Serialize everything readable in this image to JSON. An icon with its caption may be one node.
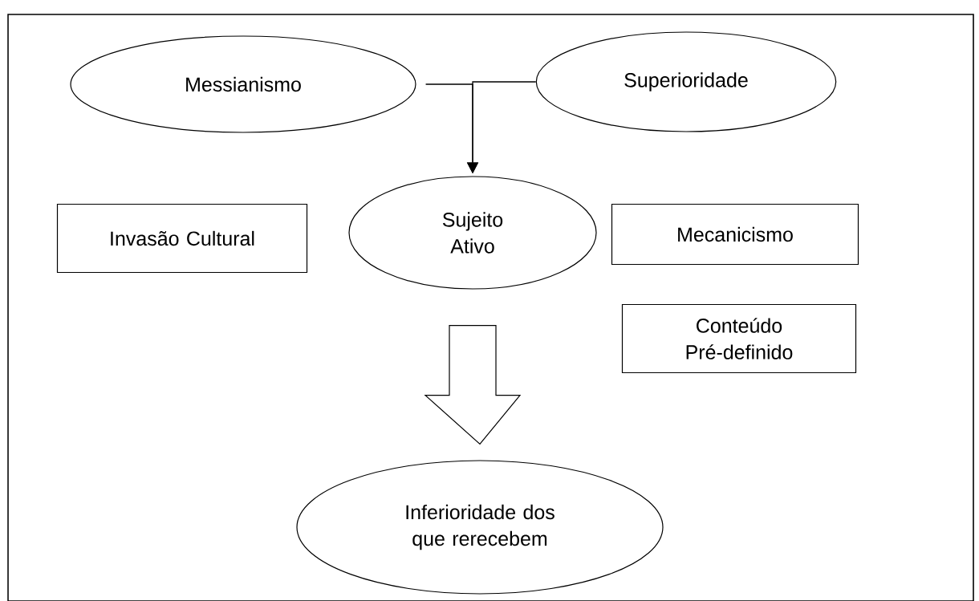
{
  "diagram": {
    "nodes": [
      {
        "text": [
          "Messianismo"
        ]
      },
      {
        "text": [
          "Superioridade"
        ]
      },
      {
        "text": [
          "Invasão Cultural"
        ]
      },
      {
        "text": [
          "Sujeito Ativo"
        ]
      },
      {
        "text": [
          "Mecanicismo"
        ]
      },
      {
        "text": [
          "Conteúdo Pré-definido"
        ]
      },
      {
        "text": [
          "Inferioridade dos que rerecebem"
        ]
      }
    ],
    "edges": [
      {
        "from": 0,
        "to": 3,
        "arrow": "to"
      },
      {
        "from": 1,
        "to": 3,
        "arrow": "to"
      },
      {
        "from": 3,
        "to": 6,
        "arrow": "to",
        "style": "thick"
      }
    ]
  }
}
